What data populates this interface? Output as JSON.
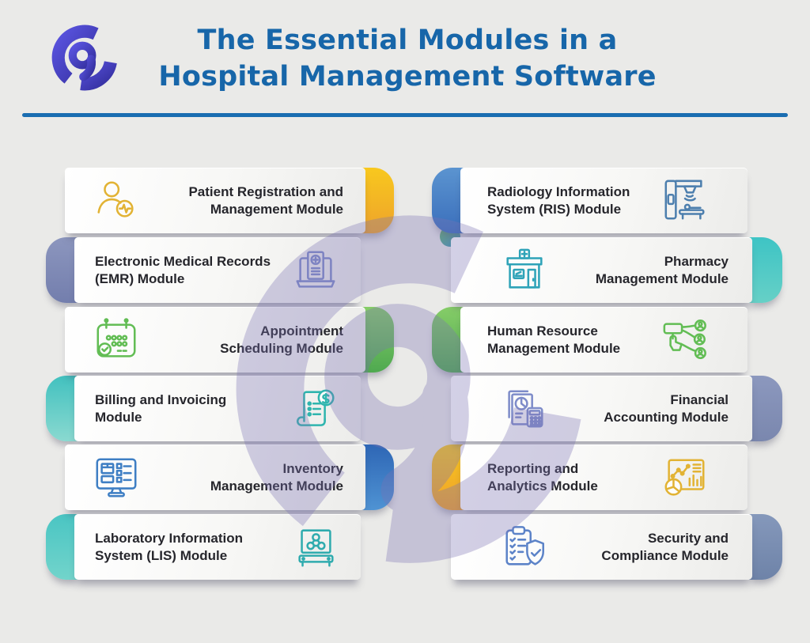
{
  "header": {
    "logo_name": "c9-logo",
    "title_line1": "The Essential Modules in a",
    "title_line2": "Hospital Management Software",
    "title_color": "#1766a9",
    "divider_color": "#1a6db1"
  },
  "background_color": "#eaeae8",
  "watermark": {
    "name": "c9-logo-watermark",
    "color": "#7b72b4"
  },
  "modules": [
    {
      "id": "patient-registration",
      "label": "Patient Registration and Management Module",
      "lines": [
        "Patient Registration and",
        "Management Module"
      ],
      "icon": "patient-icon",
      "icon_color": "#E2B334",
      "cap_colors": [
        "#F8C81E",
        "#EEA32B"
      ],
      "cap_side": "right",
      "icon_side": "left",
      "column": 0,
      "row": 0
    },
    {
      "id": "radiology-information",
      "label": "Radiology Information System (RIS) Module",
      "lines": [
        "Radiology Information",
        "System (RIS) Module"
      ],
      "icon": "radiology-icon",
      "icon_color": "#4D7FAE",
      "cap_colors": [
        "#5B94D0",
        "#3A6EBB"
      ],
      "cap_side": "left",
      "icon_side": "right",
      "column": 1,
      "row": 0
    },
    {
      "id": "electronic-medical-records",
      "label": "Electronic Medical Records (EMR) Module",
      "lines": [
        "Electronic Medical Records",
        "(EMR) Module"
      ],
      "icon": "emr-icon",
      "icon_color": "#7E8CC9",
      "cap_colors": [
        "#8C96BE",
        "#737EAD"
      ],
      "cap_side": "left",
      "icon_side": "right",
      "column": 0,
      "row": 1
    },
    {
      "id": "pharmacy-management",
      "label": "Pharmacy Management Module",
      "lines": [
        "Pharmacy",
        "Management Module"
      ],
      "icon": "pharmacy-icon",
      "icon_color": "#2EA3B8",
      "cap_colors": [
        "#3EC4C5",
        "#66D0C6"
      ],
      "cap_side": "right",
      "icon_side": "left",
      "column": 1,
      "row": 1
    },
    {
      "id": "appointment-scheduling",
      "label": "Appointment Scheduling Module",
      "lines": [
        "Appointment",
        "Scheduling Module"
      ],
      "icon": "calendar-icon",
      "icon_color": "#62BD54",
      "cap_colors": [
        "#86CD68",
        "#4FA950"
      ],
      "cap_side": "right",
      "icon_side": "left",
      "column": 0,
      "row": 2
    },
    {
      "id": "human-resource-management",
      "label": "Human Resource Management Module",
      "lines": [
        "Human Resource",
        "Management Module"
      ],
      "icon": "hr-icon",
      "icon_color": "#62BD54",
      "cap_colors": [
        "#86CD68",
        "#4FA950"
      ],
      "cap_side": "left",
      "icon_side": "right",
      "column": 1,
      "row": 2
    },
    {
      "id": "billing-invoicing",
      "label": "Billing and Invoicing Module",
      "lines": [
        "Billing and Invoicing",
        "Module"
      ],
      "icon": "billing-icon",
      "icon_color": "#2FB5AE",
      "cap_colors": [
        "#42C1BF",
        "#8AD9D0"
      ],
      "cap_side": "left",
      "icon_side": "right",
      "column": 0,
      "row": 3
    },
    {
      "id": "financial-accounting",
      "label": "Financial Accounting Module",
      "lines": [
        "Financial",
        "Accounting Module"
      ],
      "icon": "financial-icon",
      "icon_color": "#7E8CC9",
      "cap_colors": [
        "#8C98BE",
        "#7A87AE"
      ],
      "cap_side": "right",
      "icon_side": "left",
      "column": 1,
      "row": 3
    },
    {
      "id": "inventory-management",
      "label": "Inventory Management Module",
      "lines": [
        "Inventory",
        "Management Module"
      ],
      "icon": "inventory-icon",
      "icon_color": "#3F7FC4",
      "cap_colors": [
        "#2E66B5",
        "#4F93D3"
      ],
      "cap_side": "right",
      "icon_side": "left",
      "column": 0,
      "row": 4
    },
    {
      "id": "reporting-analytics",
      "label": "Reporting and Analytics Module",
      "lines": [
        "Reporting and",
        "Analytics Module"
      ],
      "icon": "reporting-icon",
      "icon_color": "#E2B334",
      "cap_colors": [
        "#F8C81E",
        "#EEA02B"
      ],
      "cap_side": "left",
      "icon_side": "right",
      "column": 1,
      "row": 4
    },
    {
      "id": "laboratory-information",
      "label": "Laboratory Information System (LIS) Module",
      "lines": [
        "Laboratory Information",
        "System (LIS) Module"
      ],
      "icon": "laboratory-icon",
      "icon_color": "#2FABAE",
      "cap_colors": [
        "#4AC5C3",
        "#72D4CB"
      ],
      "cap_side": "left",
      "icon_side": "right",
      "column": 0,
      "row": 5
    },
    {
      "id": "security-compliance",
      "label": "Security and Compliance Module",
      "lines": [
        "Security and",
        "Compliance Module"
      ],
      "icon": "security-icon",
      "icon_color": "#5C83C8",
      "cap_colors": [
        "#8598BB",
        "#6E83A8"
      ],
      "cap_side": "right",
      "icon_side": "left",
      "column": 1,
      "row": 5
    }
  ]
}
